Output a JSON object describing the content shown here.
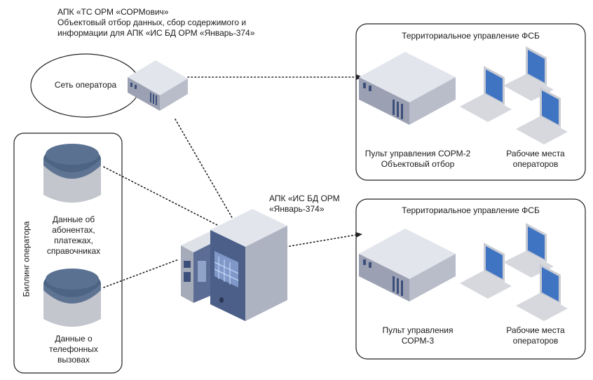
{
  "sorm_node": {
    "line1": "АПК «ТС ОРМ «СОРМович»",
    "line2": "Объектовый отбор данных, сбор содержимого и",
    "line3": "информации для АПК «ИС БД ОРМ «Январь-374»"
  },
  "operator_network": {
    "label": "Сеть оператора"
  },
  "main_server": {
    "line1": "АПК «ИС БД ОРМ",
    "line2": "«Январь-374»"
  },
  "billing": {
    "title": "Биллинг оператора",
    "db1": {
      "line1": "Данные об",
      "line2": "абонентах,",
      "line3": "платежах,",
      "line4": "справочниках"
    },
    "db2": {
      "line1": "Данные о",
      "line2": "телефонных",
      "line3": "вызовах"
    }
  },
  "fsb_top": {
    "title": "Территориальное управление ФСБ",
    "console": {
      "line1": "Пульт управления СОРМ-2",
      "line2": "Объектовый отбор"
    },
    "workstations": {
      "line1": "Рабочие места",
      "line2": "операторов"
    }
  },
  "fsb_bottom": {
    "title": "Территориальное управление ФСБ",
    "console": {
      "line1": "Пульт управления",
      "line2": "СОРМ-3"
    },
    "workstations": {
      "line1": "Рабочие места",
      "line2": "операторов"
    }
  },
  "colors": {
    "box_top": "#dfe1e8",
    "box_side": "#b8bcc8",
    "box_front": "#9aa0b0",
    "cabinet_blue": "#3c4f7a",
    "db_top": "#4d6485",
    "db_body": "#c2c4cc",
    "laptop_screen": "#3f74c2",
    "laptop_body": "#c9cbd2"
  }
}
